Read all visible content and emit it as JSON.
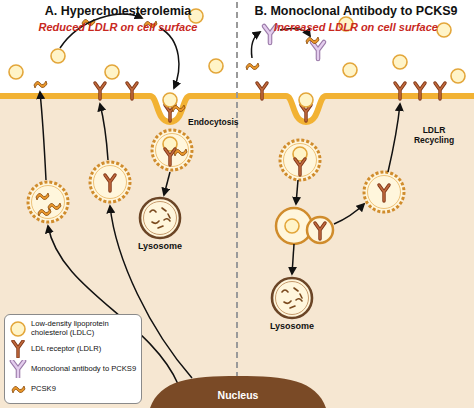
{
  "diagram": {
    "nodes": [
      {
        "text": [
          "Lysosome"
        ]
      },
      {
        "text": [
          "Lysosome"
        ]
      },
      {
        "text": [
          "Nucleus"
        ]
      }
    ],
    "labels": [
      "A. Hypercholesterolemia",
      "Reduced LDLR on cell surface",
      "B. Monoclonal Antibody to PCKS9",
      "Increased LDLR on cell surface",
      "Endocytosis",
      "LDLR Recycling"
    ],
    "legend": [
      {
        "text": "Low-density lipoprotein cholesterol (LDLC)"
      },
      {
        "text": "LDL receptor (LDLR)"
      },
      {
        "text": "Monoclonal antibody to PCKS9"
      },
      {
        "text": "PCSK9"
      }
    ]
  }
}
